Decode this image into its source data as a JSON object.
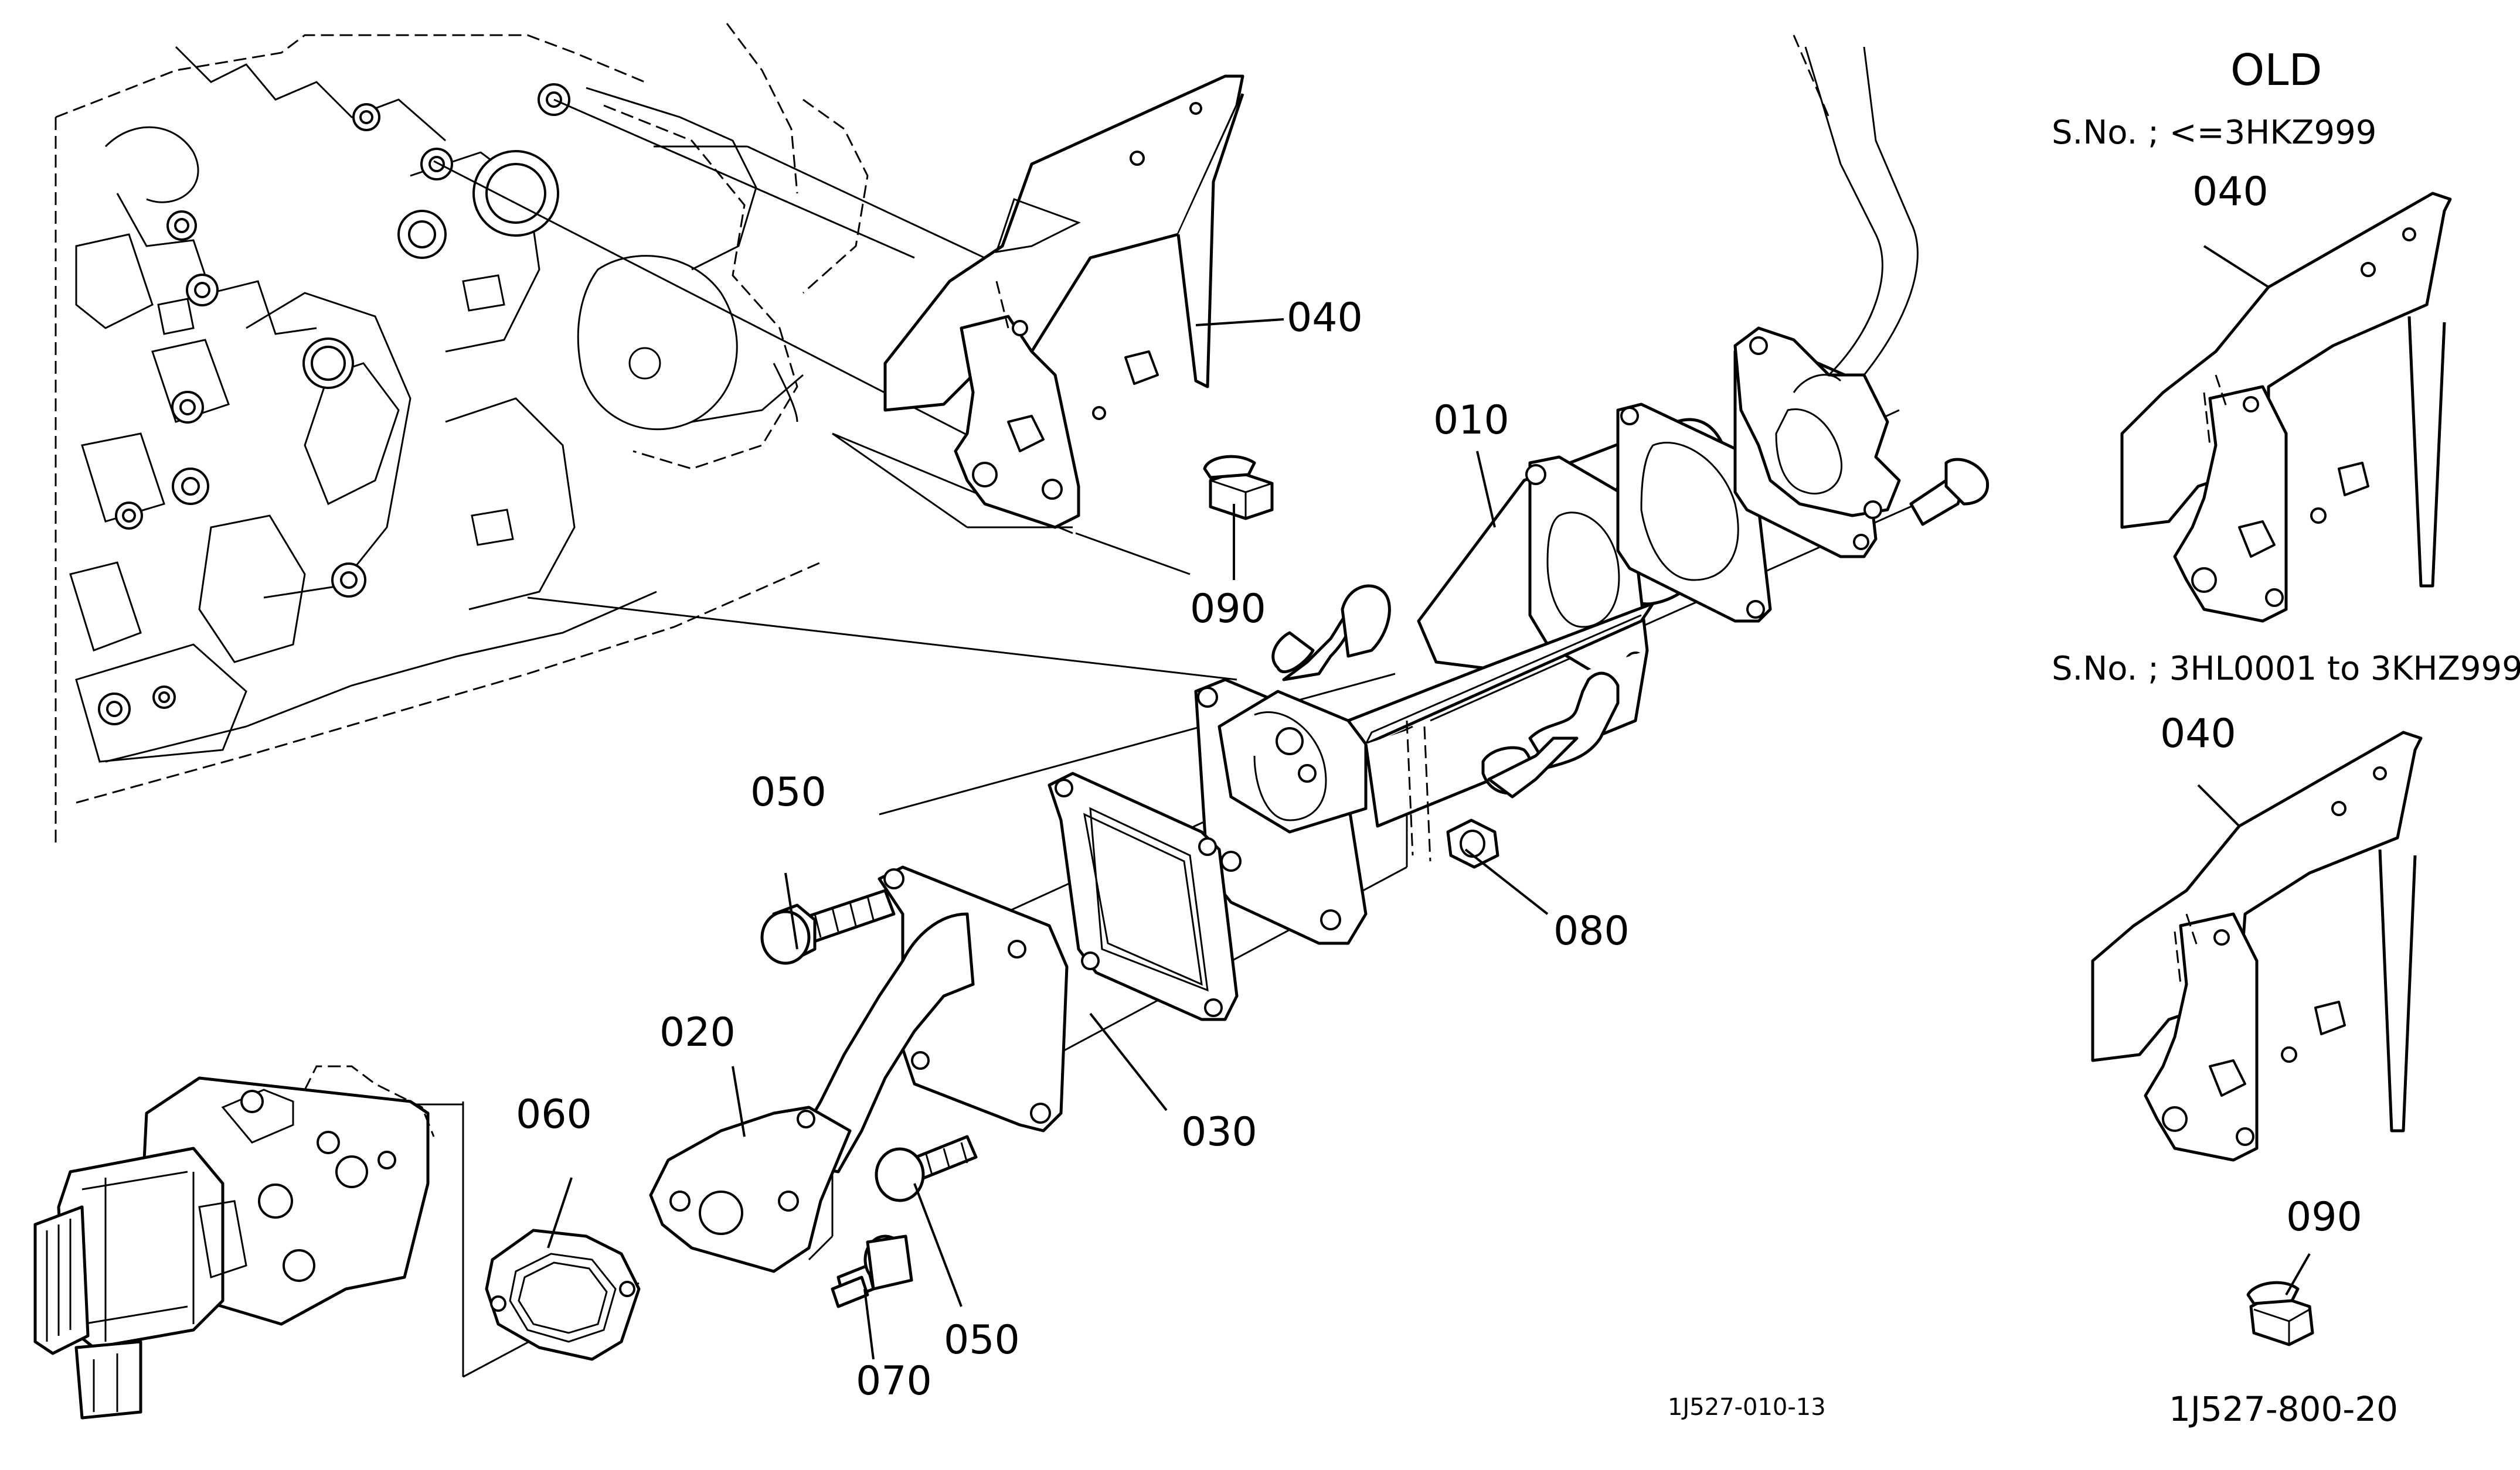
{
  "diagram": {
    "part_labels": {
      "p010": "010",
      "p020": "020",
      "p030": "030",
      "p040": "040",
      "p050a": "050",
      "p050b": "050",
      "p060": "060",
      "p070": "070",
      "p080": "080",
      "p090": "090"
    },
    "old_panel": {
      "title": "OLD",
      "serial_1": "S.No. ; <=3HKZ999",
      "label_040_a": "040",
      "serial_2": "S.No. ; 3HL0001 to 3KHZ999",
      "label_040_b": "040",
      "label_090": "090"
    },
    "codes": {
      "main": "1J527-010-13",
      "old": "1J527-800-20"
    }
  }
}
